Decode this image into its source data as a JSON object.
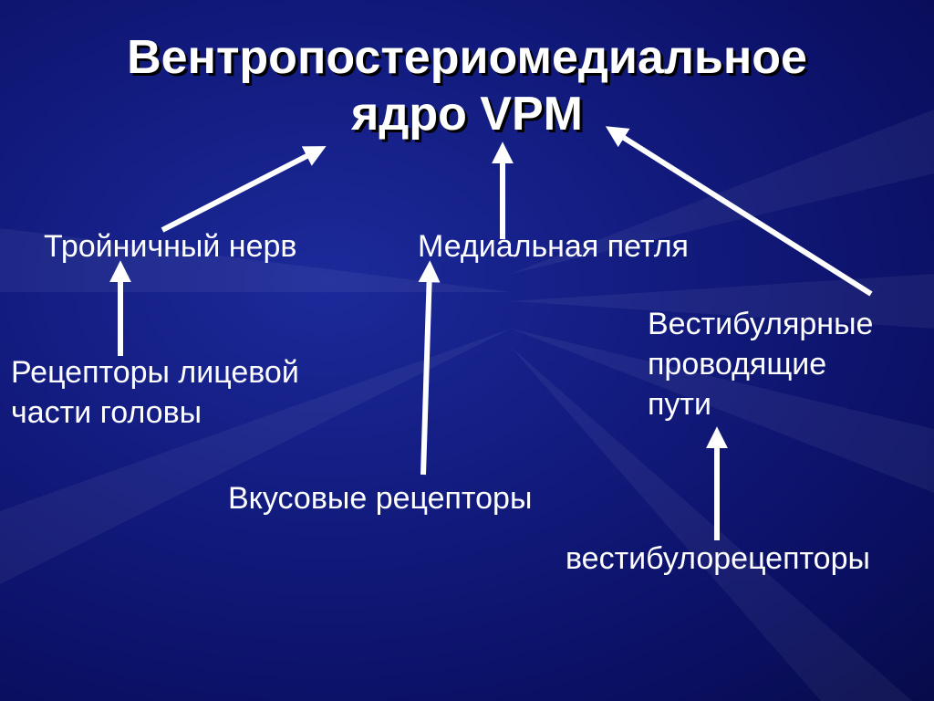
{
  "slide": {
    "title_line1": "Вентропостериомедиальное",
    "title_line2": "ядро  VPM"
  },
  "nodes": {
    "trigeminal": "Тройничный нерв",
    "medial_loop": "Медиальная петля",
    "vestibular_paths": [
      "Вестибулярные",
      "проводящие",
      "пути"
    ],
    "facial_receptors": [
      "Рецепторы лицевой",
      "части головы"
    ],
    "taste_receptors": "Вкусовые рецепторы",
    "vestibuloreceptors": "вестибулорецепторы"
  },
  "colors": {
    "background": "#121b7e",
    "text": "#ffffff",
    "arrow": "#ffffff"
  }
}
